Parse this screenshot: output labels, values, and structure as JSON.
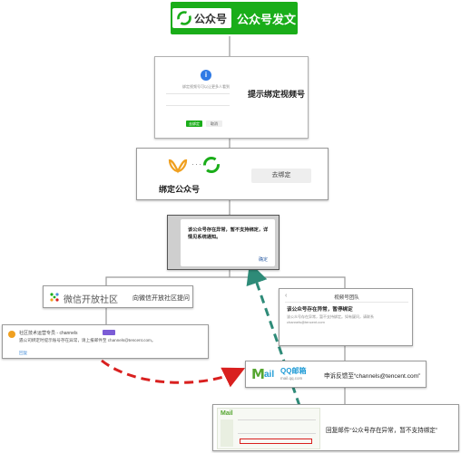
{
  "header": {
    "logo_text": "公众号",
    "title": "公众号发文",
    "bg_color": "#1aad19"
  },
  "step1": {
    "dialog_text": "绑定视频号可以让更多人看到",
    "confirm_label": "去绑定",
    "cancel_label": "取消",
    "caption": "提示绑定视频号"
  },
  "step2": {
    "action_label": "去绑定",
    "caption": "绑定公众号"
  },
  "step3": {
    "message": "该公众号存在异常，暂不支持绑定，详情见系统通知。",
    "confirm_label": "确定"
  },
  "community": {
    "brand_text": "微信开放社区",
    "caption": "向微信开放社区提问",
    "post_title": "社区技术运营专员 - channels",
    "post_body": "遇公司绑定时提示账号存在异常，请上报邮件至 channels@tencent.com。",
    "reply_label": "回复"
  },
  "team_message": {
    "header": "视频号团队",
    "title": "该公众号存在异常，暂停绑定",
    "body": "该公众号存在异常，暂不支持绑定。如有疑问，请联系 channels@tencent.com",
    "email": "channels@tencent.com"
  },
  "qqmail": {
    "logo_text": "QQ邮箱",
    "logo_sub": "mail.qq.com",
    "caption": "申诉反馈至“channels@tencent.com”"
  },
  "reply_mail": {
    "caption": "回复邮件“公众号存在异常，暂不支持绑定”"
  },
  "colors": {
    "wechat_green": "#1aad19",
    "arrow_red": "#d9201f",
    "arrow_teal": "#2e8b78",
    "connector": "#9a9a9a",
    "community_blue": "#4a90d9"
  }
}
